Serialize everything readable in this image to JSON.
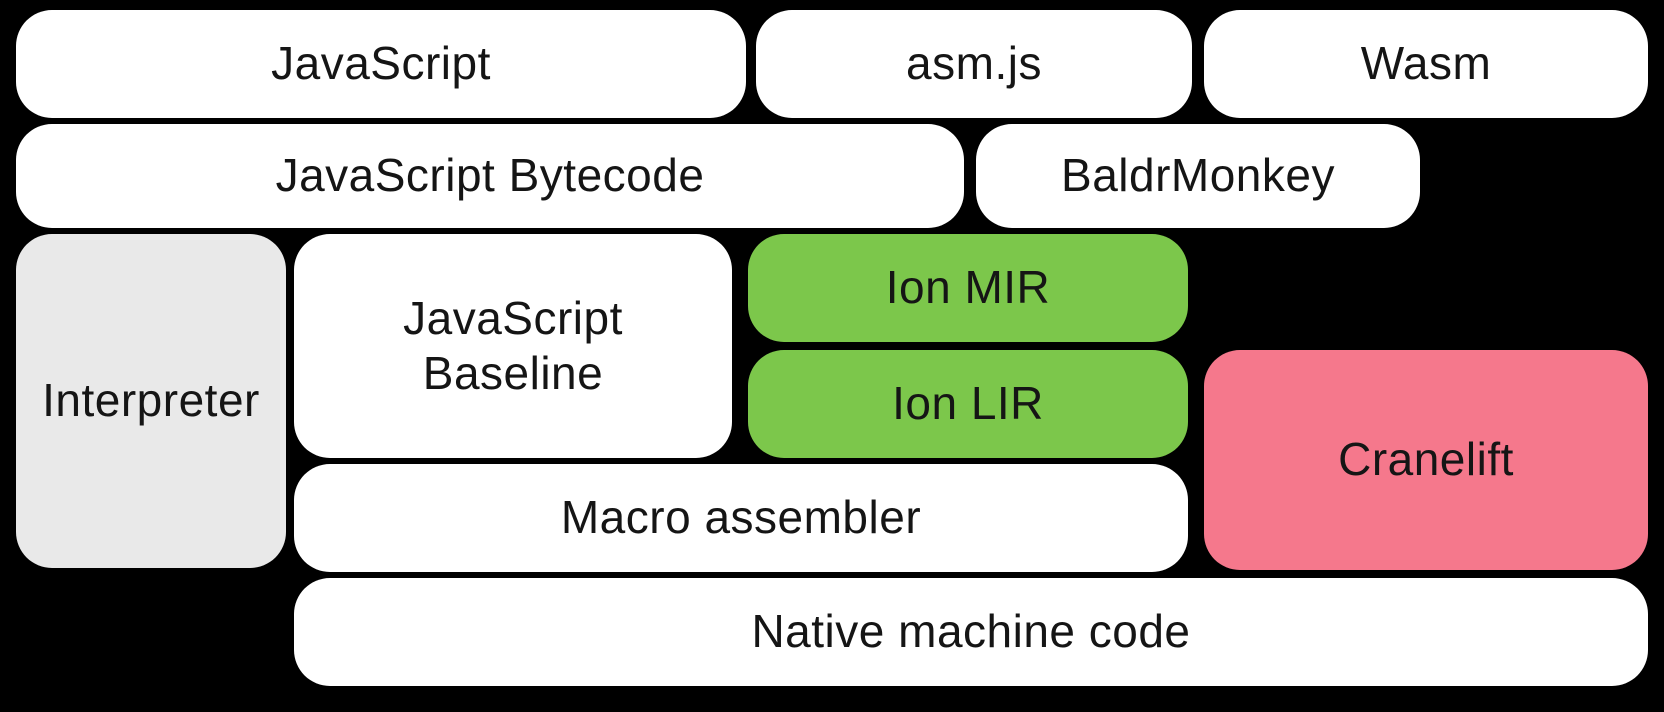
{
  "diagram": {
    "title": "SpiderMonkey compilation pipeline diagram",
    "background_color": "#000000",
    "text_color": "#151515",
    "colors": {
      "node_white": "#ffffff",
      "node_gray": "#e9e9e9",
      "node_green": "#7cc74b",
      "node_pink": "#f5788c"
    },
    "boxes": {
      "javascript": {
        "label": "JavaScript",
        "fill": "#ffffff"
      },
      "asmjs": {
        "label": "asm.js",
        "fill": "#ffffff"
      },
      "wasm": {
        "label": "Wasm",
        "fill": "#ffffff"
      },
      "bytecode": {
        "label": "JavaScript Bytecode",
        "fill": "#ffffff"
      },
      "baldrmonkey": {
        "label": "BaldrMonkey",
        "fill": "#ffffff"
      },
      "interpreter": {
        "label": "Interpreter",
        "fill": "#e9e9e9"
      },
      "baseline": {
        "label": "JavaScript Baseline",
        "fill": "#ffffff"
      },
      "ion_mir": {
        "label": "Ion MIR",
        "fill": "#7cc74b"
      },
      "ion_lir": {
        "label": "Ion LIR",
        "fill": "#7cc74b"
      },
      "cranelift": {
        "label": "Cranelift",
        "fill": "#f5788c"
      },
      "macro_assembler": {
        "label": "Macro assembler",
        "fill": "#ffffff"
      },
      "native": {
        "label": "Native machine code",
        "fill": "#ffffff"
      }
    }
  }
}
